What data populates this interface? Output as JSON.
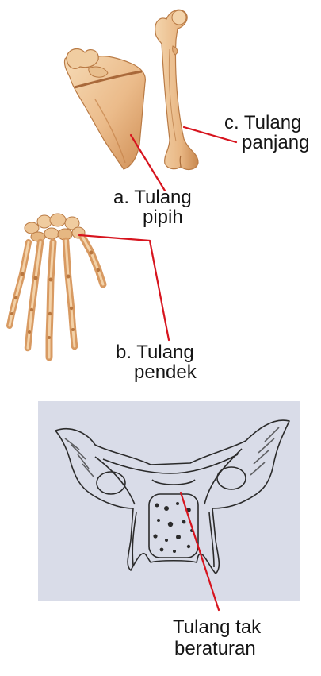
{
  "labels": {
    "long_bone": [
      "c. Tulang",
      "panjang"
    ],
    "flat_bone": [
      "a. Tulang",
      "pipih"
    ],
    "short_bone": [
      "b. Tulang",
      "pendek"
    ],
    "irregular_bone": [
      "Tulang tak",
      "beraturan"
    ]
  },
  "colors": {
    "bone_light": "#f3d2a8",
    "bone_dark": "#c98a52",
    "pointer_line": "#d7141e",
    "sketch_background": "#d9dce8",
    "sketch_line": "#2b2b2b"
  }
}
